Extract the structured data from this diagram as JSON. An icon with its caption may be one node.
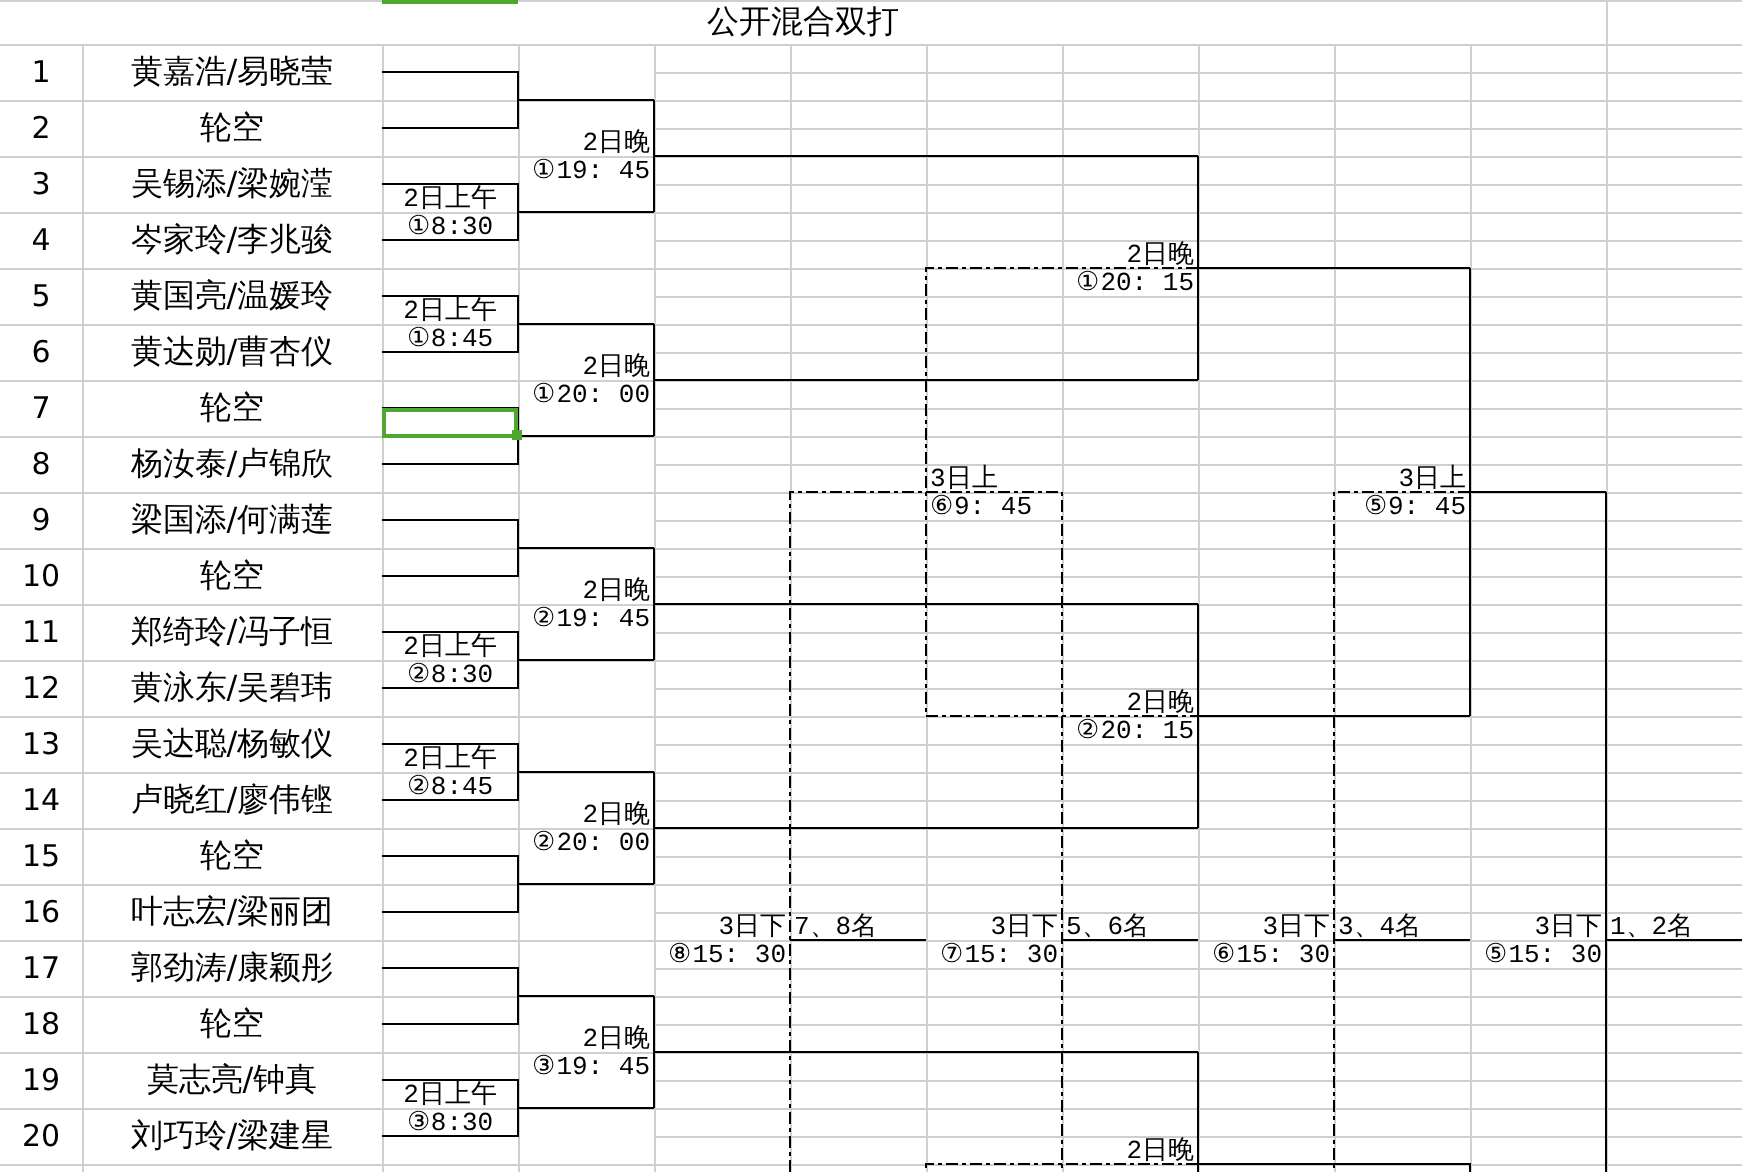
{
  "diagram": {
    "title": "公开混合双打",
    "labels": [
      "1",
      "黄嘉浩/易晓莹",
      "2",
      "轮空",
      "2日晚",
      "3",
      "吴锡添/梁婉滢",
      "①19: 45",
      "2日上午",
      "4",
      "岑家玲/李兆骏",
      "①8:30",
      "2日晚",
      "5",
      "黄国亮/温媛玲",
      "①20: 15",
      "2日上午",
      "6",
      "黄达勋/曹杏仪",
      "①8:45",
      "2日晚",
      "7",
      "轮空",
      "①20: 00",
      "8",
      "杨汝泰/卢锦欣",
      "3日上",
      "3日上",
      "9",
      "梁国添/何满莲",
      "⑥9: 45",
      "⑤9: 45",
      "10",
      "轮空",
      "2日晚",
      "11",
      "郑绮玲/冯子恒",
      "②19: 45",
      "2日上午",
      "12",
      "黄泳东/吴碧玮",
      "②8:30",
      "2日晚",
      "13",
      "吴达聪/杨敏仪",
      "②20: 15",
      "2日上午",
      "14",
      "卢晓红/廖伟铿",
      "②8:45",
      "2日晚",
      "15",
      "轮空",
      "②20: 00",
      "16",
      "叶志宏/梁丽团",
      "3日下",
      "7、8名",
      "3日下",
      "5、6名",
      "3日下",
      "3、4名",
      "3日下",
      "1、2名",
      "17",
      "郭劲涛/康颖彤",
      "⑧15: 30",
      "⑦15: 30",
      "⑥15: 30",
      "⑤15: 30",
      "18",
      "轮空",
      "2日晚",
      "19",
      "莫志亮/钟真",
      "③19: 45",
      "2日上午",
      "20",
      "刘巧玲/梁建星",
      "③8:30",
      "2日晚"
    ]
  }
}
